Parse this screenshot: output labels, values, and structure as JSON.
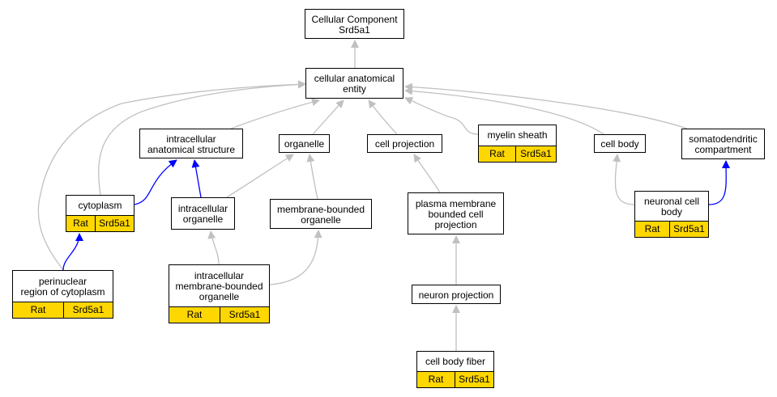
{
  "colors": {
    "annotation_fill": "#ffd700",
    "is_a_edge": "#c0c0c0",
    "part_of_edge": "#0000ff"
  },
  "nodes": {
    "root": {
      "label": "Cellular Component\nSrd5a1"
    },
    "cellular_anatomical_entity": {
      "label": "cellular anatomical\nentity"
    },
    "intracellular_anatomical_structure": {
      "label": "intracellular\nanatomical structure"
    },
    "organelle": {
      "label": "organelle"
    },
    "cell_projection": {
      "label": "cell projection"
    },
    "myelin_sheath": {
      "label": "myelin sheath",
      "species": "Rat",
      "gene": "Srd5a1"
    },
    "cell_body": {
      "label": "cell body"
    },
    "somatodendritic_compartment": {
      "label": "somatodendritic\ncompartment"
    },
    "cytoplasm": {
      "label": "cytoplasm",
      "species": "Rat",
      "gene": "Srd5a1"
    },
    "intracellular_organelle": {
      "label": "intracellular\norganelle"
    },
    "membrane_bounded_organelle": {
      "label": "membrane-bounded\norganelle"
    },
    "plasma_membrane_bounded_cell_projection": {
      "label": "plasma membrane\nbounded cell\nprojection"
    },
    "neuronal_cell_body": {
      "label": "neuronal cell\nbody",
      "species": "Rat",
      "gene": "Srd5a1"
    },
    "perinuclear_region_of_cytoplasm": {
      "label": "perinuclear\nregion of cytoplasm",
      "species": "Rat",
      "gene": "Srd5a1"
    },
    "intracellular_membrane_bounded_organelle": {
      "label": "intracellular\nmembrane-bounded\norganelle",
      "species": "Rat",
      "gene": "Srd5a1"
    },
    "neuron_projection": {
      "label": "neuron projection"
    },
    "cell_body_fiber": {
      "label": "cell body fiber",
      "species": "Rat",
      "gene": "Srd5a1"
    }
  },
  "edges": [
    {
      "from": "cellular_anatomical_entity",
      "to": "root",
      "relation": "is_a"
    },
    {
      "from": "intracellular_anatomical_structure",
      "to": "cellular_anatomical_entity",
      "relation": "is_a"
    },
    {
      "from": "organelle",
      "to": "cellular_anatomical_entity",
      "relation": "is_a"
    },
    {
      "from": "cell_projection",
      "to": "cellular_anatomical_entity",
      "relation": "is_a"
    },
    {
      "from": "myelin_sheath",
      "to": "cellular_anatomical_entity",
      "relation": "is_a"
    },
    {
      "from": "cell_body",
      "to": "cellular_anatomical_entity",
      "relation": "is_a"
    },
    {
      "from": "somatodendritic_compartment",
      "to": "cellular_anatomical_entity",
      "relation": "is_a"
    },
    {
      "from": "cytoplasm",
      "to": "cellular_anatomical_entity",
      "relation": "is_a"
    },
    {
      "from": "perinuclear_region_of_cytoplasm",
      "to": "cellular_anatomical_entity",
      "relation": "is_a"
    },
    {
      "from": "cytoplasm",
      "to": "intracellular_anatomical_structure",
      "relation": "part_of"
    },
    {
      "from": "intracellular_organelle",
      "to": "intracellular_anatomical_structure",
      "relation": "part_of"
    },
    {
      "from": "intracellular_organelle",
      "to": "organelle",
      "relation": "is_a"
    },
    {
      "from": "membrane_bounded_organelle",
      "to": "organelle",
      "relation": "is_a"
    },
    {
      "from": "plasma_membrane_bounded_cell_projection",
      "to": "cell_projection",
      "relation": "is_a"
    },
    {
      "from": "neuronal_cell_body",
      "to": "cell_body",
      "relation": "is_a"
    },
    {
      "from": "neuronal_cell_body",
      "to": "somatodendritic_compartment",
      "relation": "part_of"
    },
    {
      "from": "perinuclear_region_of_cytoplasm",
      "to": "cytoplasm",
      "relation": "part_of"
    },
    {
      "from": "intracellular_membrane_bounded_organelle",
      "to": "intracellular_organelle",
      "relation": "is_a"
    },
    {
      "from": "intracellular_membrane_bounded_organelle",
      "to": "membrane_bounded_organelle",
      "relation": "is_a"
    },
    {
      "from": "neuron_projection",
      "to": "plasma_membrane_bounded_cell_projection",
      "relation": "is_a"
    },
    {
      "from": "cell_body_fiber",
      "to": "neuron_projection",
      "relation": "is_a"
    }
  ]
}
